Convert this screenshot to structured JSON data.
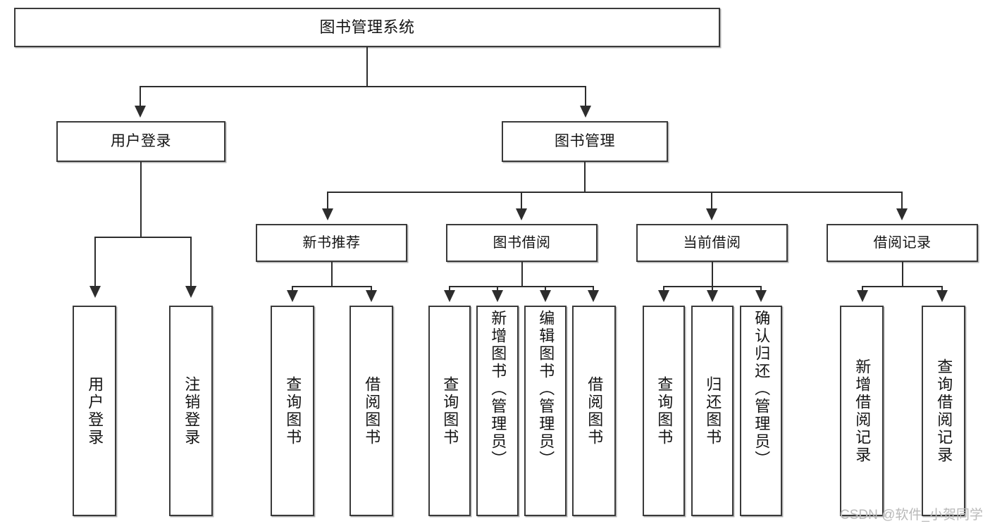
{
  "diagram": {
    "title": "图书管理系统",
    "type": "tree",
    "watermark": "CSDN @软件_小贺同学",
    "colors": {
      "box_border": "#3a3a3a",
      "connector": "#2d2d2d",
      "background": "#ffffff",
      "text": "#141414",
      "watermark": "#b9b9b9"
    },
    "levels": {
      "root": {
        "label": "图书管理系统"
      },
      "level2": [
        {
          "id": "user-login",
          "label": "用户登录"
        },
        {
          "id": "book-manage",
          "label": "图书管理"
        }
      ],
      "level3": [
        {
          "id": "new-book-rec",
          "label": "新书推荐"
        },
        {
          "id": "book-borrow",
          "label": "图书借阅"
        },
        {
          "id": "current-borrow",
          "label": "当前借阅"
        },
        {
          "id": "borrow-record",
          "label": "借阅记录"
        }
      ],
      "leaves": {
        "user-login": [
          {
            "id": "leaf-user-login",
            "label": "用户登录"
          },
          {
            "id": "leaf-user-logout",
            "label": "注销登录"
          }
        ],
        "new-book-rec": [
          {
            "id": "leaf-query-book-1",
            "label": "查询图书"
          },
          {
            "id": "leaf-borrow-book-1",
            "label": "借阅图书"
          }
        ],
        "book-borrow": [
          {
            "id": "leaf-query-book-2",
            "label": "查询图书"
          },
          {
            "id": "leaf-add-book",
            "label": "新增图书（管理员）"
          },
          {
            "id": "leaf-edit-book",
            "label": "编辑图书（管理员）"
          },
          {
            "id": "leaf-borrow-book-2",
            "label": "借阅图书"
          }
        ],
        "current-borrow": [
          {
            "id": "leaf-query-book-3",
            "label": "查询图书"
          },
          {
            "id": "leaf-return-book",
            "label": "归还图书"
          },
          {
            "id": "leaf-confirm-return",
            "label": "确认归还（管理员）"
          }
        ],
        "borrow-record": [
          {
            "id": "leaf-add-record",
            "label": "新增借阅记录"
          },
          {
            "id": "leaf-query-record",
            "label": "查询借阅记录"
          }
        ]
      }
    }
  }
}
